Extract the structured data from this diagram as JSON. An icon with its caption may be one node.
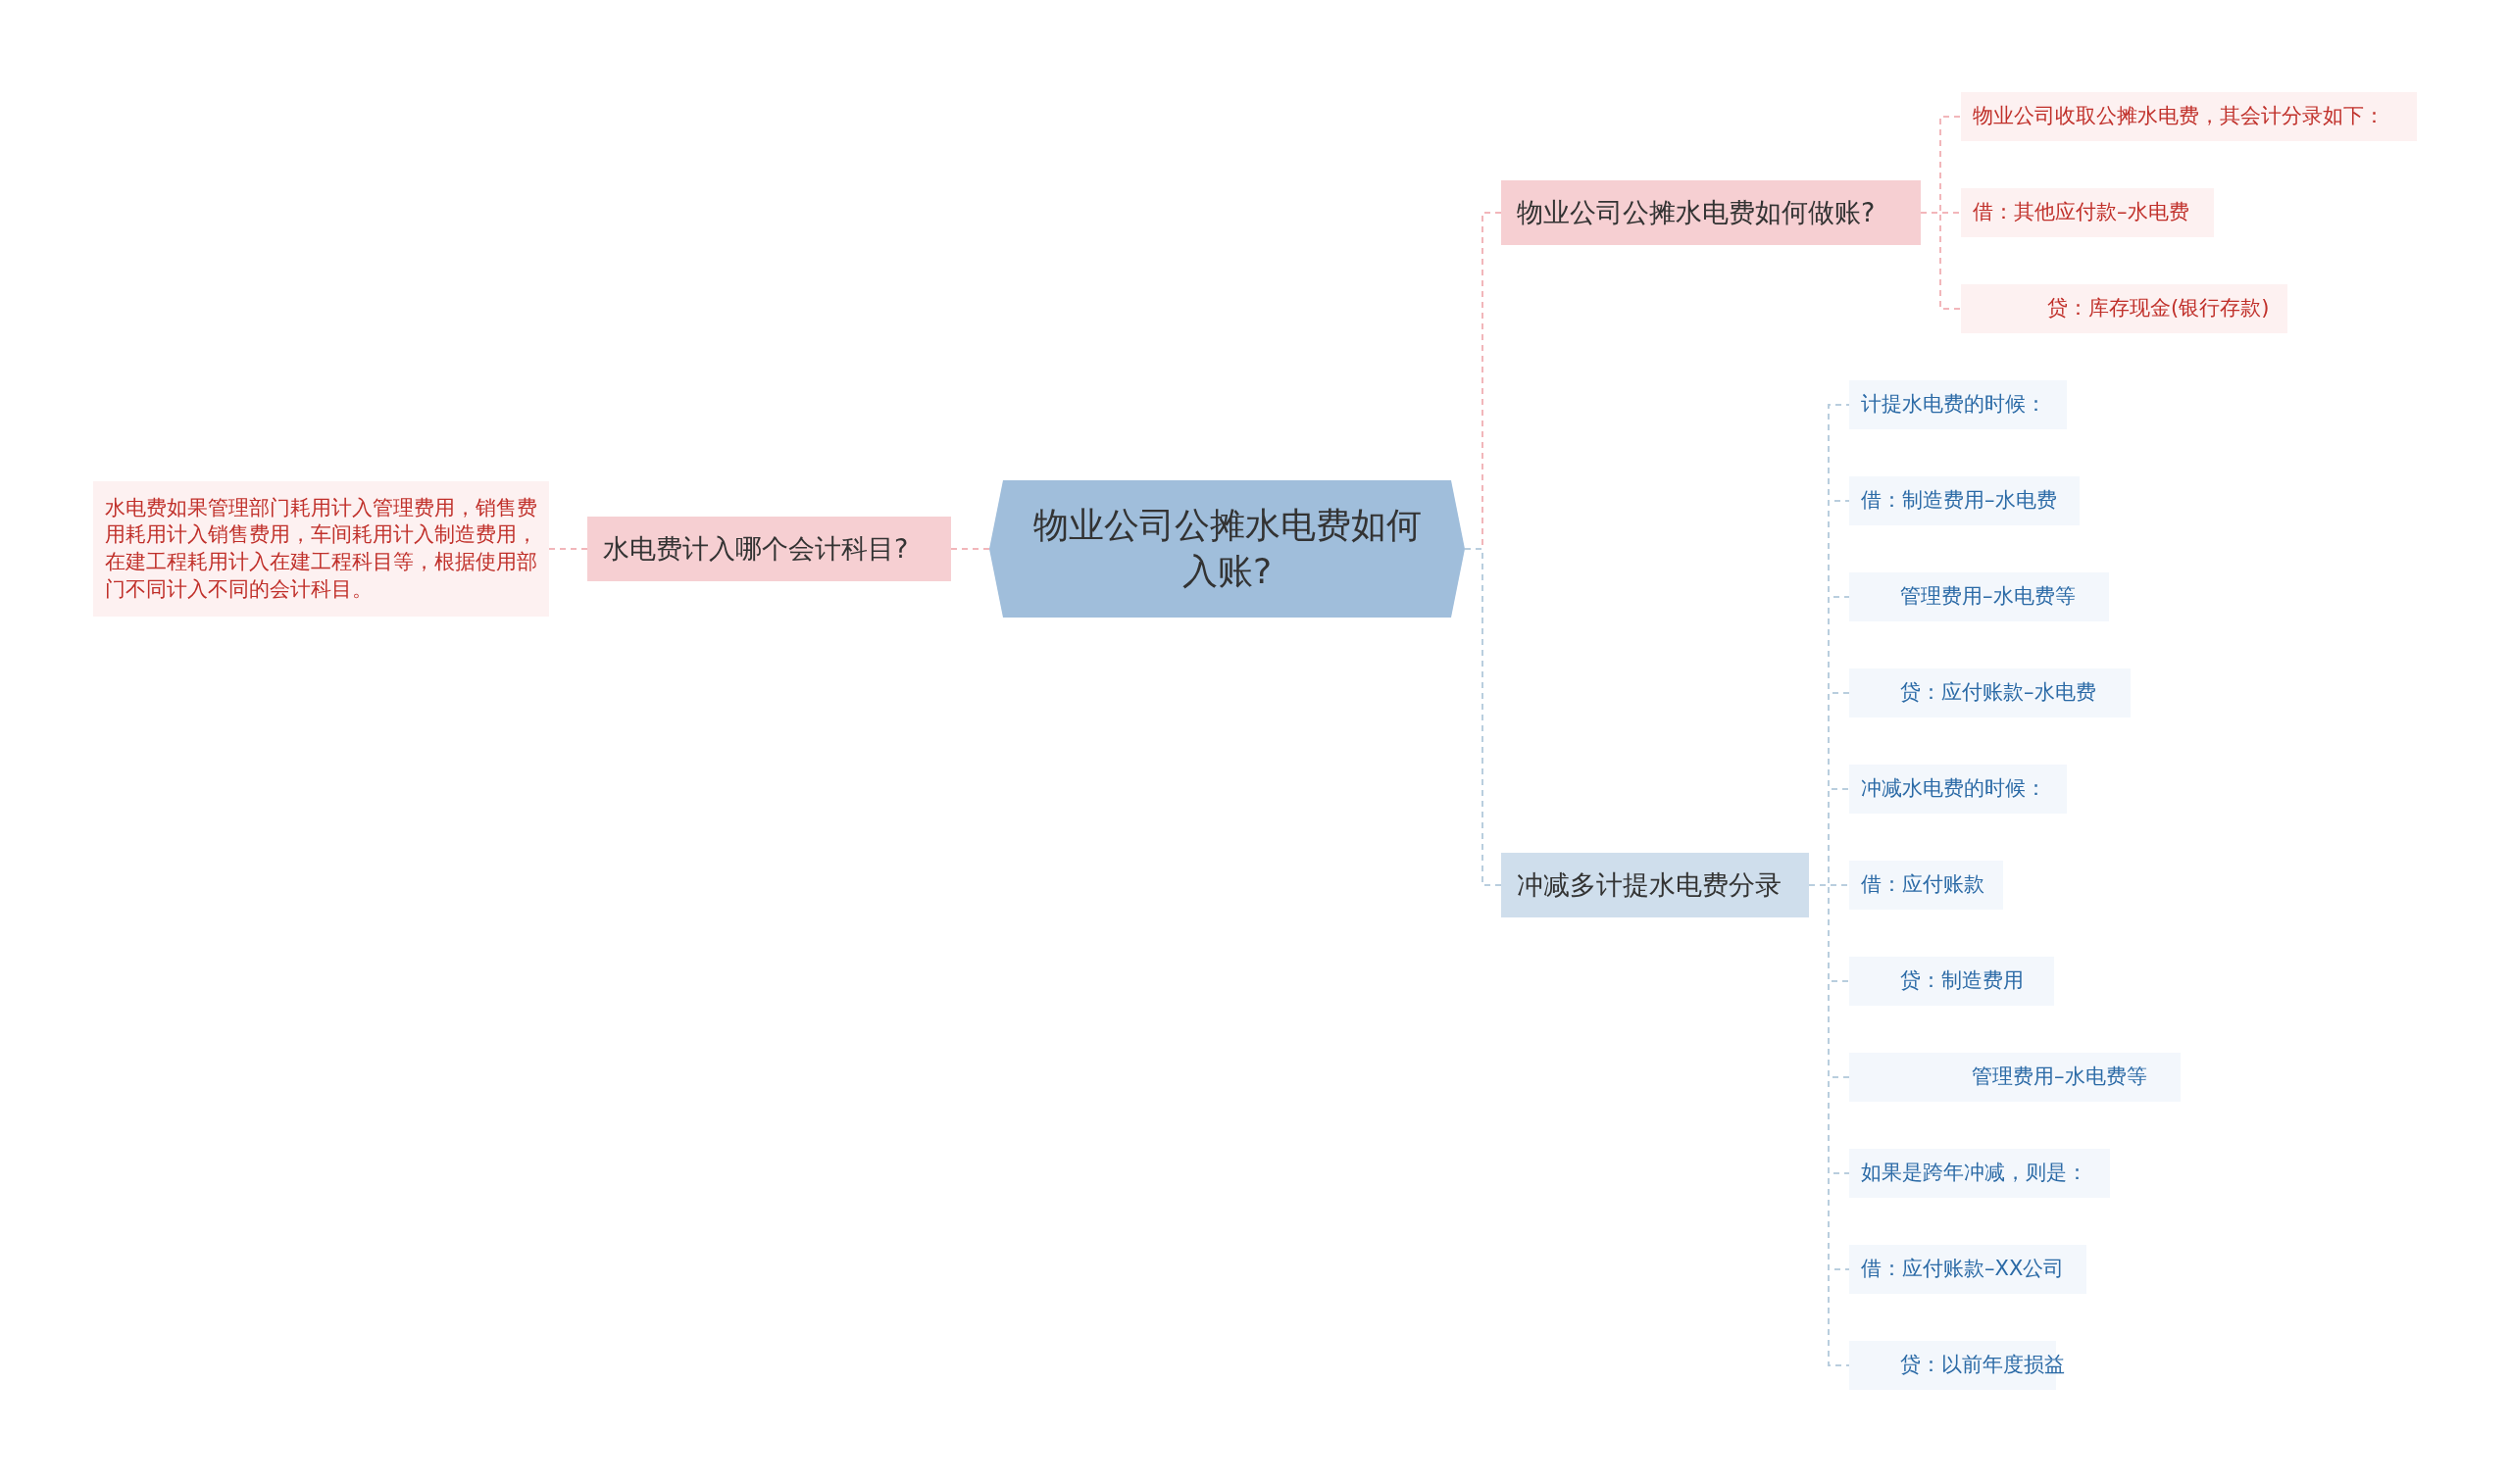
{
  "diagram": {
    "nodes": [
      {
        "text": [
          "物业公司公摊水电费如何入账?"
        ]
      },
      {
        "text": [
          "水电费计入哪个会计科目?"
        ]
      },
      {
        "text": [
          "水电费如果管理部门耗用计入管理费用，销售费用耗用计入销售费用，车间耗用计入制造费用，在建工程耗用计入在建工程科目等，根据使用部门不同计入不同的会计科目。"
        ]
      },
      {
        "text": [
          "物业公司公摊水电费如何做账?"
        ]
      },
      {
        "text": [
          "物业公司收取公摊水电费，其会计分录如下："
        ]
      },
      {
        "text": [
          "借：其他应付款–水电费"
        ]
      },
      {
        "text": [
          "贷：库存现金(银行存款)"
        ]
      },
      {
        "text": [
          "冲减多计提水电费分录"
        ]
      },
      {
        "text": [
          "计提水电费的时候："
        ]
      },
      {
        "text": [
          "借：制造费用–水电费"
        ]
      },
      {
        "text": [
          "管理费用–水电费等"
        ]
      },
      {
        "text": [
          "贷：应付账款–水电费"
        ]
      },
      {
        "text": [
          "冲减水电费的时候："
        ]
      },
      {
        "text": [
          "借：应付账款"
        ]
      },
      {
        "text": [
          "贷：制造费用"
        ]
      },
      {
        "text": [
          "管理费用–水电费等"
        ]
      },
      {
        "text": [
          "如果是跨年冲减，则是："
        ]
      },
      {
        "text": [
          "借：应付账款–XX公司"
        ]
      },
      {
        "text": [
          "贷：以前年度损益"
        ]
      }
    ],
    "edges": [
      {
        "from": 0,
        "to": 1,
        "arrow": "none",
        "color": "#f2b6ba"
      },
      {
        "from": 1,
        "to": 2,
        "arrow": "none",
        "color": "#f2b6ba"
      },
      {
        "from": 0,
        "to": 3,
        "arrow": "none",
        "color": "#f2b6ba"
      },
      {
        "from": 3,
        "to": 4,
        "arrow": "none",
        "color": "#f2b6ba"
      },
      {
        "from": 3,
        "to": 5,
        "arrow": "none",
        "color": "#f2b6ba"
      },
      {
        "from": 3,
        "to": 6,
        "arrow": "none",
        "color": "#f2b6ba"
      },
      {
        "from": 0,
        "to": 7,
        "arrow": "none"
      },
      {
        "from": 7,
        "to": 8,
        "arrow": "none"
      },
      {
        "from": 7,
        "to": 9,
        "arrow": "none"
      },
      {
        "from": 7,
        "to": 10,
        "arrow": "none"
      },
      {
        "from": 7,
        "to": 11,
        "arrow": "none"
      },
      {
        "from": 7,
        "to": 12,
        "arrow": "none"
      },
      {
        "from": 7,
        "to": 13,
        "arrow": "none"
      },
      {
        "from": 7,
        "to": 14,
        "arrow": "none"
      },
      {
        "from": 7,
        "to": 15,
        "arrow": "none"
      },
      {
        "from": 7,
        "to": 16,
        "arrow": "none"
      },
      {
        "from": 7,
        "to": 17,
        "arrow": "none"
      },
      {
        "from": 7,
        "to": 18,
        "arrow": "none"
      }
    ]
  }
}
